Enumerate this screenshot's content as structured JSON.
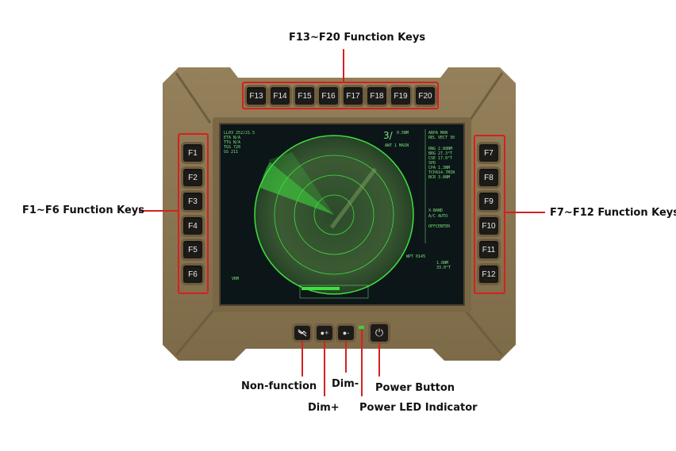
{
  "callouts": {
    "top_keys": "F13~F20 Function Keys",
    "left_keys": "F1~F6 Function Keys",
    "right_keys": "F7~F12 Function Keys",
    "non_function": "Non-function",
    "dim_plus": "Dim+",
    "dim_minus": "Dim-",
    "power_led": "Power LED Indicator",
    "power_button": "Power Button"
  },
  "keys": {
    "top": [
      "F13",
      "F14",
      "F15",
      "F16",
      "F17",
      "F18",
      "F19",
      "F20"
    ],
    "left": [
      "F1",
      "F2",
      "F3",
      "F4",
      "F5",
      "F6"
    ],
    "right": [
      "F7",
      "F8",
      "F9",
      "F10",
      "F11",
      "F12"
    ]
  },
  "bottom_buttons": {
    "dim_plus_glyph": "●+",
    "dim_minus_glyph": "●-",
    "power_glyph": "⏻"
  },
  "colors": {
    "bezel": "#8a7550",
    "callout_red": "#d62020",
    "radar_green": "#3fe03f",
    "led_green": "#3ad23a"
  },
  "screen": {
    "top_left": [
      "LL03 252/21.5",
      "ETA N/A",
      "TTG N/A",
      "TGS 720",
      "GS 211"
    ],
    "range": "3/",
    "range_sub": "0.5NM",
    "mode": "ANT 1 MAIN",
    "right_panel": [
      "ARPA    MAN",
      "REL VECT 30",
      "RNG 2.88NM",
      "BRG 27.3°T",
      "CSE 17.0°T",
      "SPD",
      "CPA 1.3NM",
      "TCPA14.7MIN",
      "BCR 3.8NM"
    ],
    "right_mode": [
      "X-BAND",
      "A/C AUTO",
      "OFFCENTER"
    ],
    "wpt": "WPT 0145",
    "wpt_values": [
      "1.6NM",
      "33.0°T"
    ],
    "bottom_left": "VRM"
  }
}
